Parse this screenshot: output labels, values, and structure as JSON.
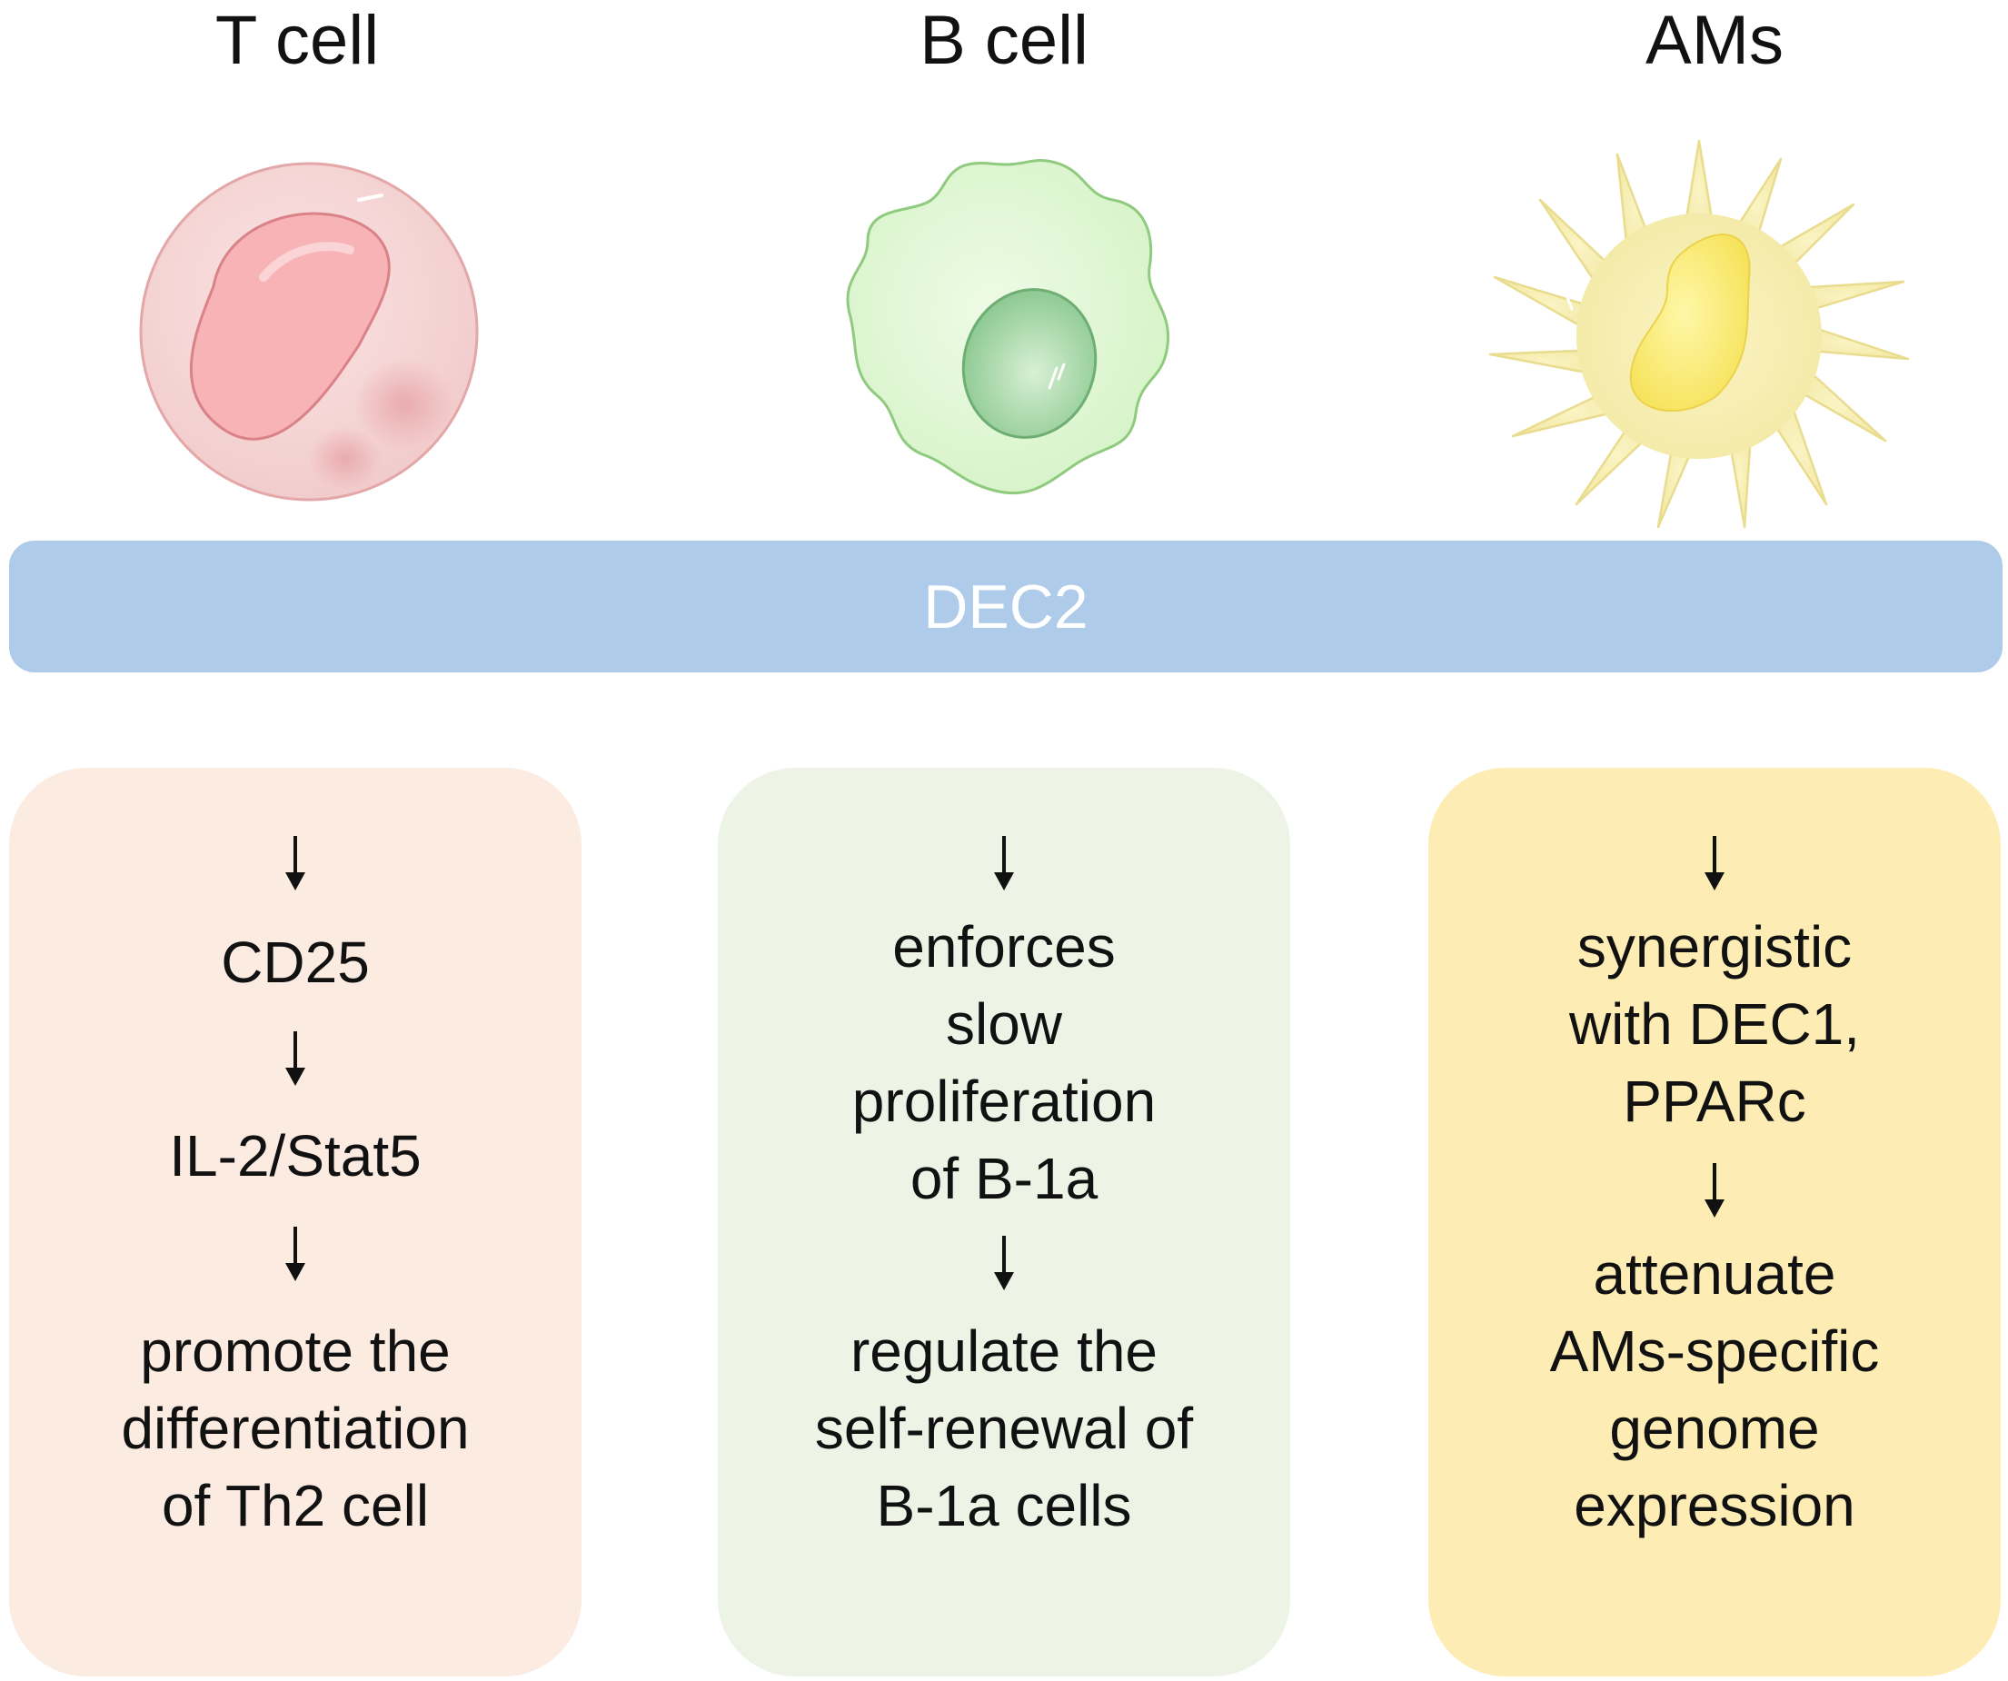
{
  "cells": [
    {
      "label": "T cell"
    },
    {
      "label": "B cell"
    },
    {
      "label": "AMs"
    }
  ],
  "bar": {
    "label": "DEC2",
    "color": "#aecbe9"
  },
  "panels": [
    {
      "color": "#fbebe1",
      "steps": [
        [
          "CD25"
        ],
        [
          "IL-2/Stat5"
        ],
        [
          "promote the",
          "differentiation",
          "of Th2 cell"
        ]
      ]
    },
    {
      "color": "#edf4e6",
      "steps": [
        [
          "enforces",
          "slow",
          "proliferation",
          "of B-1a"
        ],
        [
          "regulate the",
          "self-renewal of",
          "B-1a cells"
        ]
      ]
    },
    {
      "color": "#fdedb5",
      "steps": [
        [
          "synergistic",
          "with DEC1,",
          "PPARc"
        ],
        [
          "attenuate",
          "AMs-specific",
          "genome",
          "expression"
        ]
      ]
    }
  ]
}
